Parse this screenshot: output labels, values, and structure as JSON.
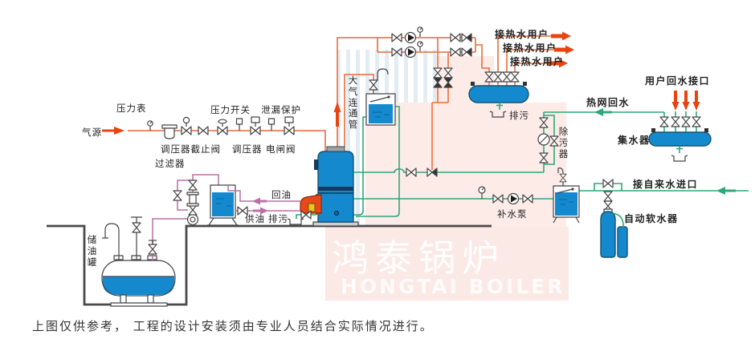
{
  "labels": {
    "gas_source": "气源",
    "pressure_gauge": "压力表",
    "reg_stop_valve": "调压器截止阀",
    "filter": "过滤器",
    "pressure_switch": "压力开关",
    "regulator": "调压器",
    "gate_valve": "电闸阀",
    "leak_protect": "泄漏保护",
    "atmos_pipe": "大气连通管",
    "hot_user_1": "接热水用户",
    "hot_user_2": "接热水用户",
    "hot_user_3": "接热水用户",
    "dist_blowdown": "排污",
    "user_return": "用户回水接口",
    "net_return": "热网回水",
    "collector": "集水器",
    "dirt_remover": "除污器",
    "makeup_pump": "补水泵",
    "tap_inlet": "接自来水进口",
    "softener": "自动软水器",
    "oil_return": "回油",
    "oil_supply": "供油",
    "oil_blowdown": "排污",
    "oil_tank": "储油罐",
    "watermark_cn": "鸿泰锅炉",
    "watermark_en": "HONGTAI BOILER",
    "caption": "上图仅供参考， 工程的设计安装须由专业人员结合实际情况进行。"
  },
  "colors": {
    "pipe_hot": "#ED7D4E",
    "pipe_water": "#2FA878",
    "pipe_oil": "#BC6FA5",
    "arrow_red": "#E8440F",
    "equipment_blue": "#1489CE",
    "burner_orange": "#E8491A"
  }
}
